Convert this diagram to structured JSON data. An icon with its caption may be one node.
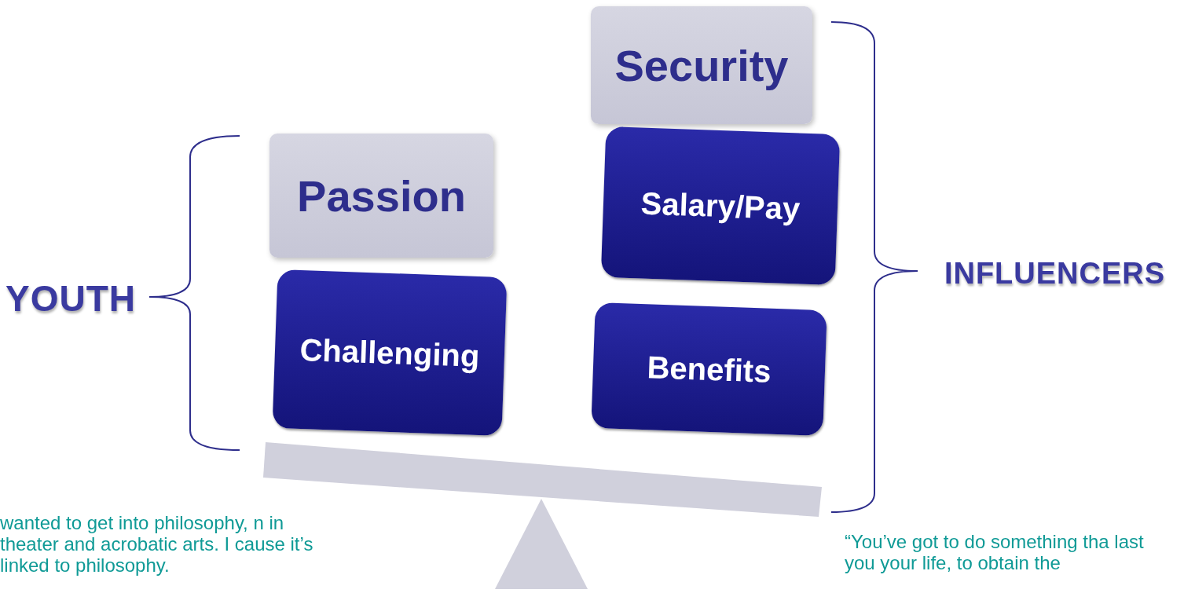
{
  "diagram": {
    "nodes": [
      {
        "text": [
          "YOUTH"
        ]
      },
      {
        "text": [
          "Passion"
        ]
      },
      {
        "text": [
          "Challenging"
        ]
      },
      {
        "text": [
          "Security"
        ]
      },
      {
        "text": [
          "Salary/Pay"
        ]
      },
      {
        "text": [
          "Benefits"
        ]
      },
      {
        "text": [
          "INFLUENCERS"
        ]
      },
      {
        "text": [],
        "shape": "bar"
      },
      {
        "text": [],
        "shape": "triangle"
      }
    ],
    "edges": [],
    "labels": [
      "wanted to get into philosophy, n in theater and acrobatic arts. I cause it’s linked to philosophy.",
      "“You’ve got to do something tha last you your life, to obtain the"
    ]
  }
}
